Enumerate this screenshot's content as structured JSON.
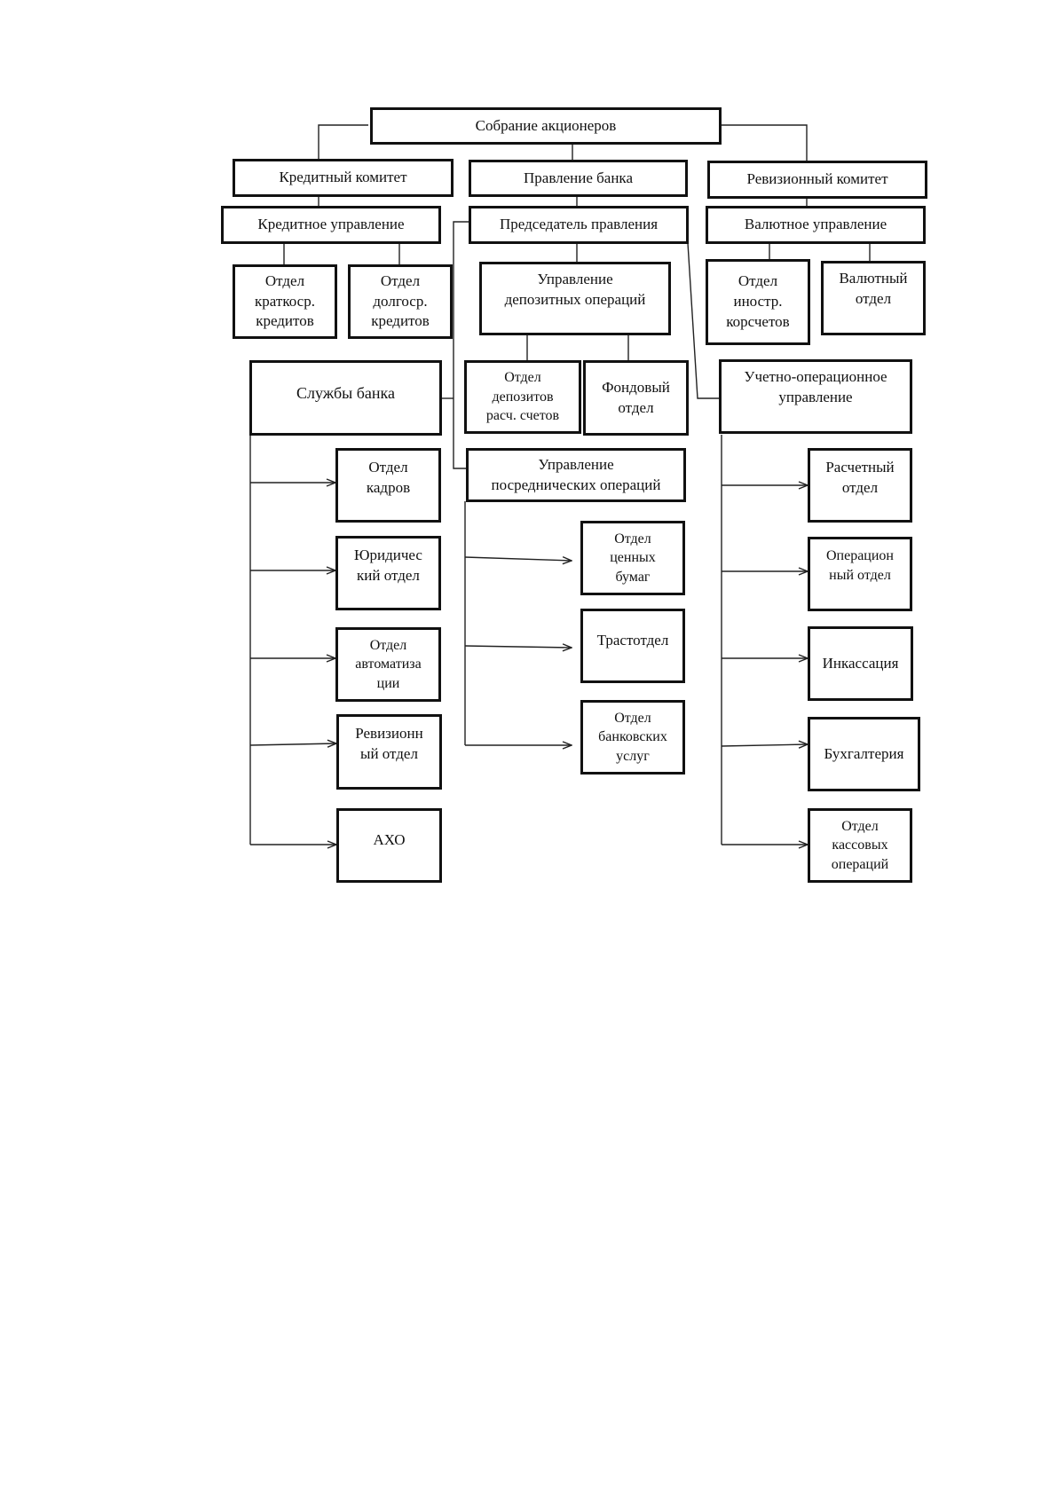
{
  "nodes": {
    "shareholders": "Собрание акционеров",
    "credit_committee": "Кредитный комитет",
    "board": "Правление банка",
    "audit_committee": "Ревизионный комитет",
    "credit_dept": "Кредитное управление",
    "chairman": "Председатель правления",
    "currency_dept": "Валютное управление",
    "short_credit": "Отдел\nкраткоср.\nкредитов",
    "long_credit": "Отдел\nдолгоср.\nкредитов",
    "deposit_ops": "Управление\nдепозитных операций",
    "foreign_corr": "Отдел\nиностр.\nкорсчетов",
    "currency_unit": "Валютный\nотдел",
    "bank_services": "Службы банка",
    "deposits_accounts": "Отдел\nдепозитов\nрасч. счетов",
    "stock_dept": "Фондовый\nотдел",
    "accounting_ops": "Учетно-операционное\nуправление",
    "personnel": "Отдел\nкадров",
    "intermediary_ops": "Управление\nпосреднических операций",
    "settlement": "Расчетный\nотдел",
    "legal": "Юридичес\nкий отдел",
    "securities": "Отдел\nценных\nбумаг",
    "operations": "Операцион\nный отдел",
    "automation": "Отдел\nавтоматиза\nции",
    "trust": "Трастотдел",
    "collection": "Инкассация",
    "audit_dept": "Ревизионн\nый отдел",
    "banking_services": "Отдел\nбанковских\nуслуг",
    "bookkeeping": "Бухгалтерия",
    "aho": "АХО",
    "cash_ops": "Отдел\nкассовых\nопераций"
  }
}
